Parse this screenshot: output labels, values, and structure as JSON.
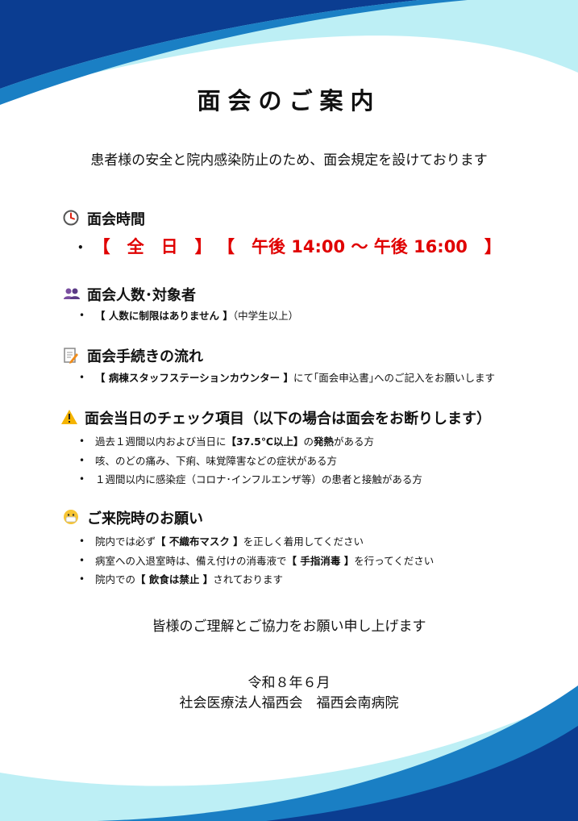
{
  "title": "面会のご案内",
  "intro": "患者様の安全と院内感染防止のため、面会規定を設けております",
  "sections": {
    "hours": {
      "heading": "面会時間",
      "icon": "clock-icon",
      "days": "【　全　日　】",
      "time": "【　午後 14:00 ～ 午後 16:00　】"
    },
    "visitors": {
      "heading": "面会人数･対象者",
      "icon": "people-icon",
      "item_bold": "【 人数に制限はありません 】",
      "item_rest": "（中学生以上）"
    },
    "procedure": {
      "heading": "面会手続きの流れ",
      "icon": "memo-icon",
      "item_bold": "【 病棟スタッフステーションカウンター 】",
      "item_rest": "にて｢面会申込書｣へのご記入をお願いします"
    },
    "check": {
      "heading": "面会当日のチェック項目（以下の場合は面会をお断りします）",
      "icon": "warning-icon",
      "item1_a": "過去１週間以内および当日に",
      "item1_b": "【37.5℃以上】",
      "item1_c": "の",
      "item1_d": "発熱",
      "item1_e": "がある方",
      "item2": "咳、のどの痛み、下痢、味覚障害などの症状がある方",
      "item3": "１週間以内に感染症（コロナ･インフルエンザ等）の患者と接触がある方"
    },
    "requests": {
      "heading": "ご来院時のお願い",
      "icon": "mask-face-icon",
      "item1_a": "院内では必ず",
      "item1_b": "【 不織布マスク 】",
      "item1_c": "を正しく着用してください",
      "item2_a": "病室への入退室時は、備え付けの消毒液で",
      "item2_b": "【 手指消毒 】",
      "item2_c": "を行ってください",
      "item3_a": "院内での",
      "item3_b": "【 飲食は禁止 】",
      "item3_c": "されております"
    }
  },
  "closing": "皆様のご理解とご協力をお願い申し上げます",
  "date": "令和８年６月",
  "organization": "社会医療法人福西会　福西会南病院",
  "colors": {
    "navy": "#0b3d91",
    "blue": "#1a7fc4",
    "light_cyan": "#bdeff5",
    "accent_red": "#e00000"
  }
}
